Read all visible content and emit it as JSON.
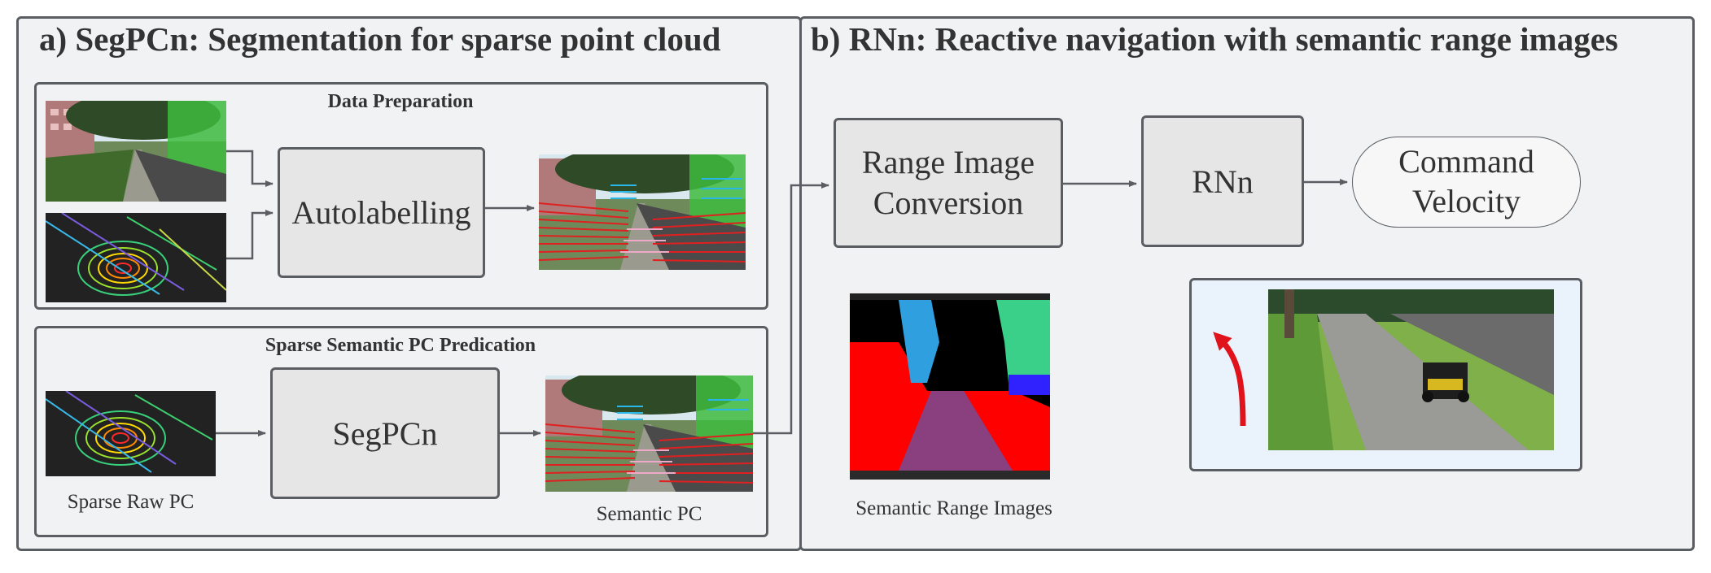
{
  "panel_a": {
    "title": "a) SegPCn: Segmentation for sparse point cloud",
    "data_prep": {
      "title": "Data Preparation",
      "box_label": "Autolabelling"
    },
    "prediction": {
      "title": "Sparse Semantic  PC Predication",
      "box_label": "SegPCn",
      "left_caption": "Sparse Raw PC",
      "right_caption": "Semantic PC"
    }
  },
  "panel_b": {
    "title": "b) RNn: Reactive navigation with semantic range images",
    "box_range": "Range Image Conversion",
    "box_rnn": "RNn",
    "box_command": "Command Velocity",
    "range_caption": "Semantic Range Images"
  },
  "colors": {
    "panel_border": "#5a5e63",
    "panel_fill": "#f1f2f4",
    "box_fill": "#e6e6e6",
    "arrow": "#5a5e63",
    "robot_arrow": "#e0121b"
  }
}
